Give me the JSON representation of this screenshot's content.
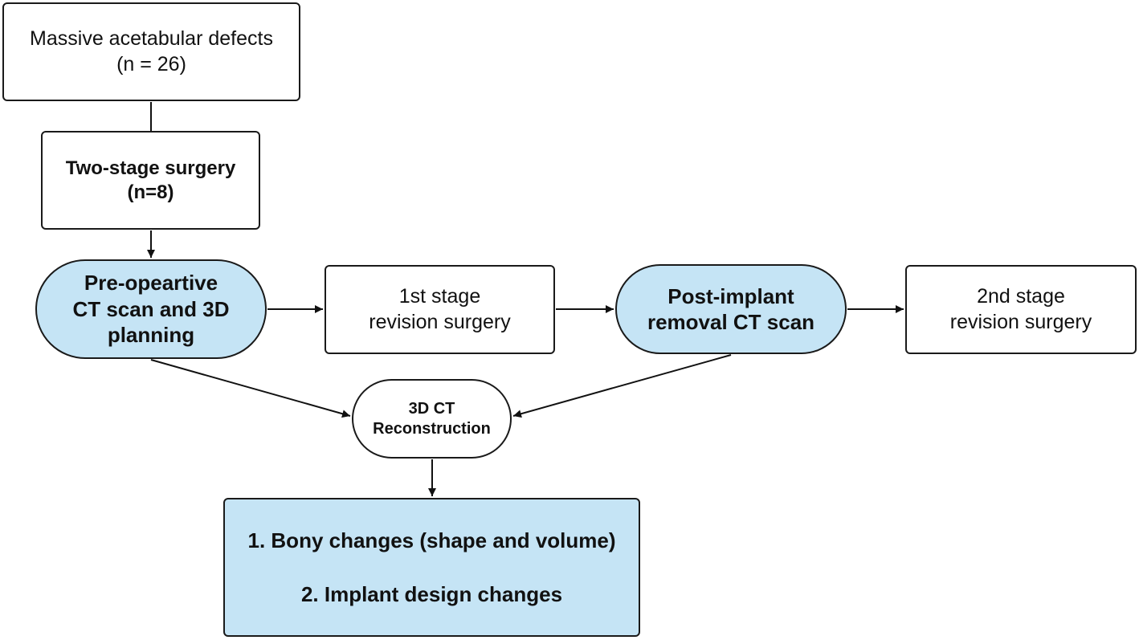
{
  "nodes": {
    "massive": {
      "lines": [
        "Massive acetabular defects",
        "(n = 26)"
      ]
    },
    "two_stage": {
      "lines": [
        "Two-stage surgery",
        "(n=8)"
      ]
    },
    "preop": {
      "lines": [
        "Pre-opeartive",
        "CT scan and 3D",
        "planning"
      ]
    },
    "first_stage": {
      "lines": [
        "1st stage",
        "revision surgery"
      ]
    },
    "post_implant": {
      "lines": [
        "Post-implant",
        "removal CT scan"
      ]
    },
    "second_stage": {
      "lines": [
        "2nd stage",
        "revision surgery"
      ]
    },
    "reconstruction": {
      "lines": [
        "3D CT",
        "Reconstruction"
      ]
    },
    "outcomes": {
      "lines": [
        "1. Bony changes (shape and volume)",
        "2. Implant design changes"
      ]
    }
  },
  "colors": {
    "highlight_fill": "#c5e4f5",
    "border": "#1a1a1a",
    "connector": "#111111"
  }
}
